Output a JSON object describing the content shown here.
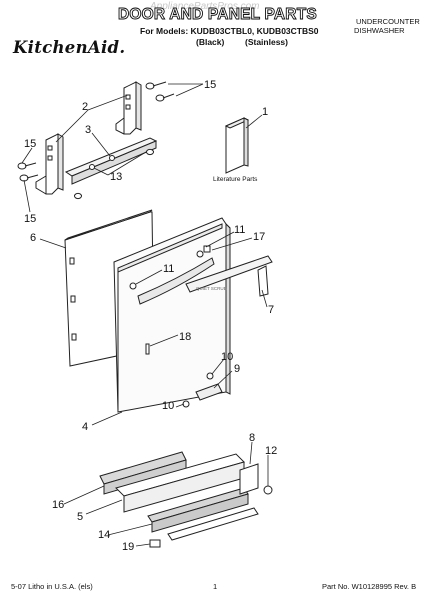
{
  "header": {
    "watermark": "AppliancePartsPros.com",
    "title": "DOOR AND PANEL PARTS",
    "models_line": "For Models: KUDB03CTBL0, KUDB03CTBS0",
    "finish_black": "(Black)",
    "finish_stainless": "(Stainless)",
    "product_line1": "UNDERCOUNTER",
    "product_line2": "DISHWASHER",
    "brand": "KitchenAid."
  },
  "diagram": {
    "literature_label": "Literature Parts",
    "callouts": [
      {
        "id": "c15a",
        "text": "15"
      },
      {
        "id": "c1",
        "text": "1"
      },
      {
        "id": "c2",
        "text": "2"
      },
      {
        "id": "c3",
        "text": "3"
      },
      {
        "id": "c15b",
        "text": "15"
      },
      {
        "id": "c13",
        "text": "13"
      },
      {
        "id": "c15c",
        "text": "15"
      },
      {
        "id": "c6",
        "text": "6"
      },
      {
        "id": "c11a",
        "text": "11"
      },
      {
        "id": "c17",
        "text": "17"
      },
      {
        "id": "c11b",
        "text": "11"
      },
      {
        "id": "c7",
        "text": "7"
      },
      {
        "id": "c18",
        "text": "18"
      },
      {
        "id": "c10a",
        "text": "10"
      },
      {
        "id": "c9",
        "text": "9"
      },
      {
        "id": "c10b",
        "text": "10"
      },
      {
        "id": "c4",
        "text": "4"
      },
      {
        "id": "c8",
        "text": "8"
      },
      {
        "id": "c12",
        "text": "12"
      },
      {
        "id": "c16",
        "text": "16"
      },
      {
        "id": "c5",
        "text": "5"
      },
      {
        "id": "c14",
        "text": "14"
      },
      {
        "id": "c19",
        "text": "19"
      }
    ]
  },
  "footer": {
    "left": "5-07 Litho in U.S.A. (els)",
    "page": "1",
    "part_no": "Part No. W10128995 Rev. B"
  }
}
